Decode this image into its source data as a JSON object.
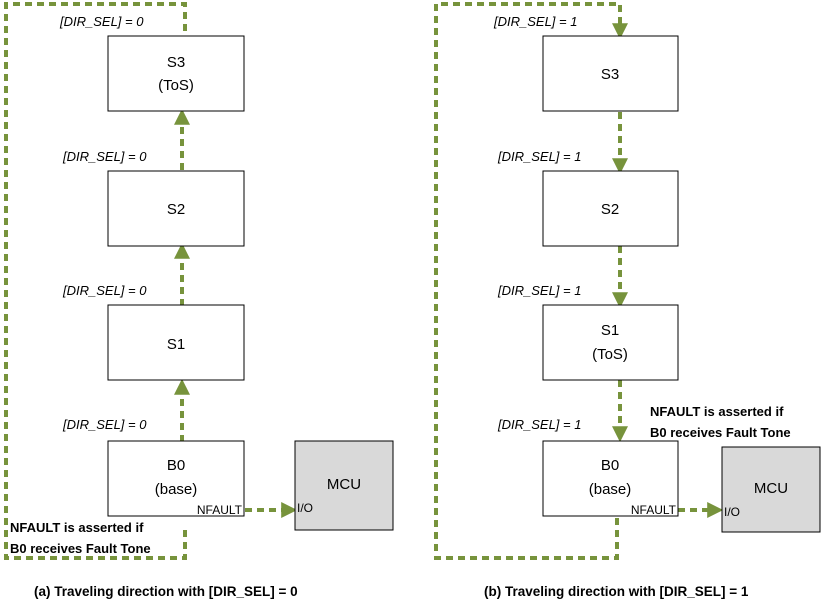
{
  "panel_a": {
    "label_s3": "[DIR_SEL] = 0",
    "label_s2": "[DIR_SEL] = 0",
    "label_s1": "[DIR_SEL] = 0",
    "label_b0": "[DIR_SEL] = 0",
    "s3_name": "S3",
    "s3_sub": "(ToS)",
    "s2_name": "S2",
    "s1_name": "S1",
    "b0_name": "B0",
    "b0_sub": "(base)",
    "nfault": "NFAULT",
    "mcu": "MCU",
    "io": "I/O",
    "note_line1": "NFAULT is asserted if",
    "note_line2": "B0 receives Fault Tone",
    "caption": "(a) Traveling direction with [DIR_SEL] = 0"
  },
  "panel_b": {
    "label_s3": "[DIR_SEL] = 1",
    "label_s2": "[DIR_SEL] = 1",
    "label_s1": "[DIR_SEL] = 1",
    "label_b0": "[DIR_SEL] = 1",
    "s3_name": "S3",
    "s2_name": "S2",
    "s1_name": "S1",
    "s1_sub": "(ToS)",
    "b0_name": "B0",
    "b0_sub": "(base)",
    "nfault": "NFAULT",
    "mcu": "MCU",
    "io": "I/O",
    "note_line1": "NFAULT is asserted if",
    "note_line2": "B0 receives Fault Tone",
    "caption": "(b) Traveling direction with [DIR_SEL] = 1"
  },
  "colors": {
    "arrow": "#77933c",
    "mcu_fill": "#d9d9d9"
  }
}
